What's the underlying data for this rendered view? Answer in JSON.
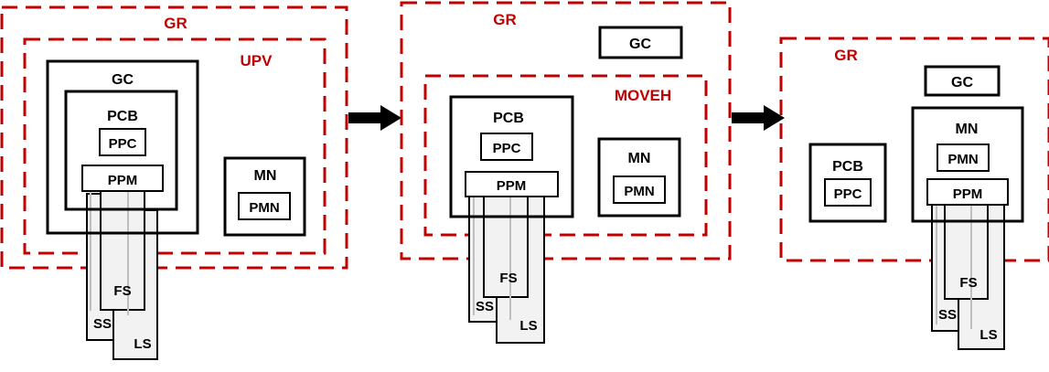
{
  "colors": {
    "group_border": "#c00000",
    "group_label": "#c00000",
    "box_border": "#000000",
    "stack_border": "#000000",
    "stack_fill": "#f2f2f2",
    "stack_line": "#bfbfbf",
    "arrow": "#000000"
  },
  "stage1": {
    "gr_label": "GR",
    "upv_label": "UPV",
    "gc_label": "GC",
    "pcb_label": "PCB",
    "ppc_label": "PPC",
    "ppm_label": "PPM",
    "mn_label": "MN",
    "pmn_label": "PMN",
    "fs_label": "FS",
    "ss_label": "SS",
    "ls_label": "LS"
  },
  "stage2": {
    "gr_label": "GR",
    "gc_label": "GC",
    "moveh_label": "MOVEH",
    "pcb_label": "PCB",
    "ppc_label": "PPC",
    "ppm_label": "PPM",
    "mn_label": "MN",
    "pmn_label": "PMN",
    "fs_label": "FS",
    "ss_label": "SS",
    "ls_label": "LS"
  },
  "stage3": {
    "gr_label": "GR",
    "gc_label": "GC",
    "pcb_label": "PCB",
    "ppc_label": "PPC",
    "mn_label": "MN",
    "pmn_label": "PMN",
    "ppm_label": "PPM",
    "fs_label": "FS",
    "ss_label": "SS",
    "ls_label": "LS"
  },
  "arrows": [
    "right-arrow",
    "right-arrow"
  ]
}
